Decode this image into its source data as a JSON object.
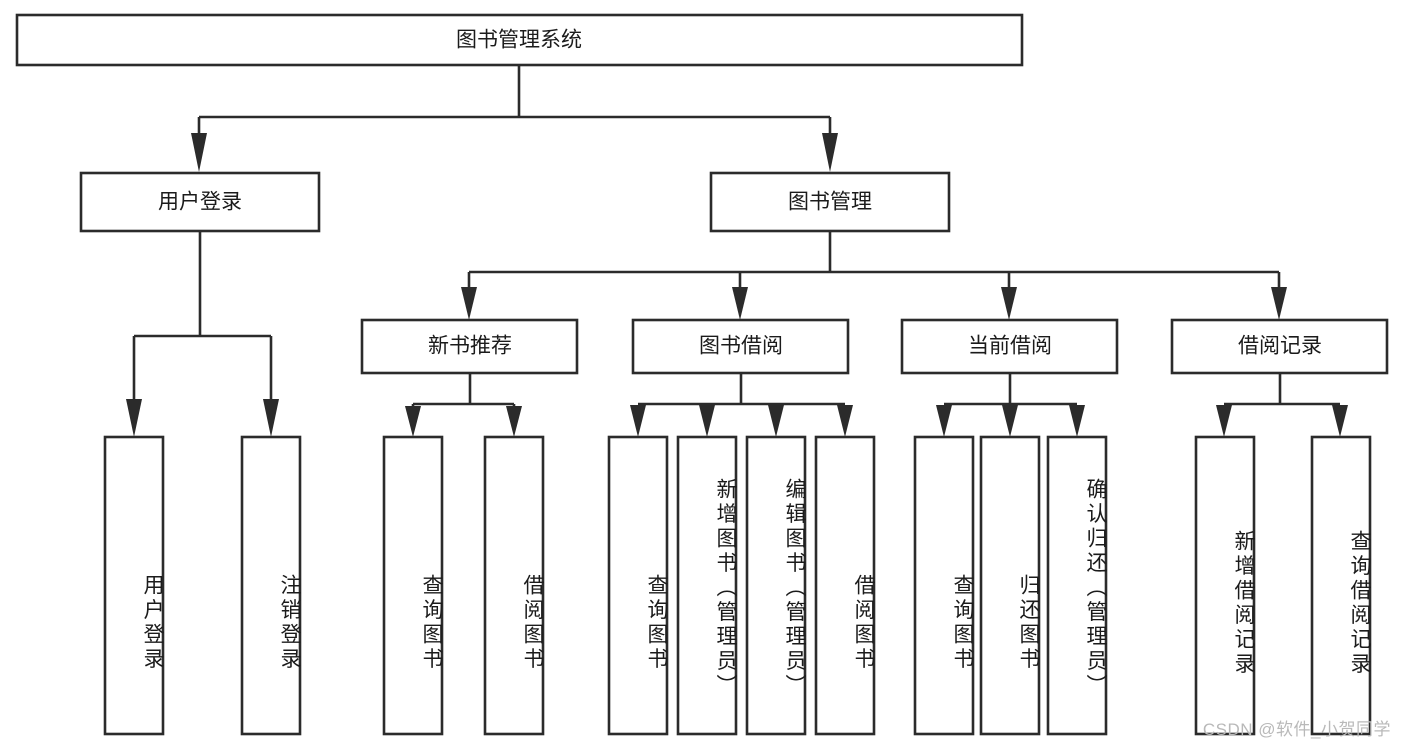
{
  "diagram": {
    "type": "tree-hierarchy",
    "title": "图书管理系统",
    "root": {
      "label": "图书管理系统",
      "orientation": "horizontal"
    },
    "level1": [
      {
        "label": "用户登录",
        "orientation": "horizontal"
      },
      {
        "label": "图书管理",
        "orientation": "horizontal"
      }
    ],
    "level2": [
      {
        "label": "新书推荐",
        "orientation": "horizontal"
      },
      {
        "label": "图书借阅",
        "orientation": "horizontal"
      },
      {
        "label": "当前借阅",
        "orientation": "horizontal"
      },
      {
        "label": "借阅记录",
        "orientation": "horizontal"
      }
    ],
    "leaves": {
      "user_login": [
        {
          "label": "用户登录",
          "orientation": "vertical"
        },
        {
          "label": "注销登录",
          "orientation": "vertical"
        }
      ],
      "new_book_recommend": [
        {
          "label": "查询图书",
          "orientation": "vertical"
        },
        {
          "label": "借阅图书",
          "orientation": "vertical"
        }
      ],
      "book_borrow": [
        {
          "label": "查询图书",
          "orientation": "vertical"
        },
        {
          "label": "新增图书（管理员）",
          "orientation": "vertical"
        },
        {
          "label": "编辑图书（管理员）",
          "orientation": "vertical"
        },
        {
          "label": "借阅图书",
          "orientation": "vertical"
        }
      ],
      "current_borrow": [
        {
          "label": "查询图书",
          "orientation": "vertical"
        },
        {
          "label": "归还图书",
          "orientation": "vertical"
        },
        {
          "label": "确认归还（管理员）",
          "orientation": "vertical"
        }
      ],
      "borrow_record": [
        {
          "label": "新增借阅记录",
          "orientation": "vertical"
        },
        {
          "label": "查询借阅记录",
          "orientation": "vertical"
        }
      ]
    }
  },
  "watermark": {
    "text": "CSDN @软件_小贺同学"
  },
  "colors": {
    "stroke": "#2b2b2b",
    "fill": "#ffffff",
    "text": "#1b1b1b",
    "watermark": "#b9b9b9",
    "background": "#ffffff"
  }
}
